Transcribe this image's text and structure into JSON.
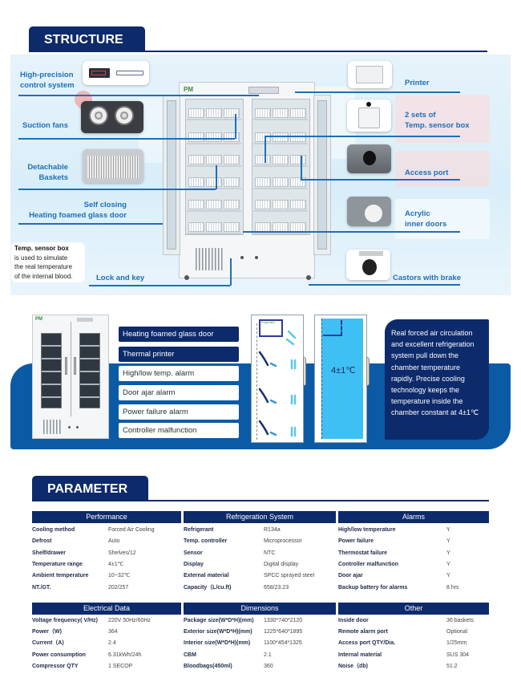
{
  "structure": {
    "title": "STRUCTURE",
    "left_callouts": [
      {
        "line1": "High-precision",
        "line2": "control system"
      },
      {
        "line1": "Suction fans",
        "line2": ""
      },
      {
        "line1": "Detachable",
        "line2": "Baskets"
      },
      {
        "line1": "Self closing",
        "line2": "Heating foamed glass door"
      },
      {
        "line1": "Lock and key",
        "line2": ""
      }
    ],
    "right_callouts": [
      {
        "line1": "Printer",
        "line2": ""
      },
      {
        "line1": "2 sets of",
        "line2": "Temp. sensor box"
      },
      {
        "line1": "Access port",
        "line2": ""
      },
      {
        "line1": "Acrylic",
        "line2": "inner doors"
      },
      {
        "line1": "Castors with brake",
        "line2": ""
      }
    ],
    "sensor_note": {
      "title": "Temp. sensor box",
      "line1": "is used to simulate",
      "line2": "the real temperature",
      "line3": "of the internal blood."
    },
    "brand_logo": "PM",
    "evaporator_label": "Evaporator"
  },
  "features": {
    "items": [
      {
        "label": "Heating foamed glass door",
        "style": "dark"
      },
      {
        "label": "Thermal printer",
        "style": "dark"
      },
      {
        "label": "High/low temp. alarm",
        "style": "light"
      },
      {
        "label": "Door ajar alarm",
        "style": "light"
      },
      {
        "label": "Power failure alarm",
        "style": "light"
      },
      {
        "label": "Controller malfunction",
        "style": "light"
      }
    ],
    "chamber_temp": "4±1℃",
    "description": "Real forced air circulation and excellent refrigeration system pull down the chamber temperature rapidly. Precise cooling technology keeps the temperature inside the chamber constant at 4±1℃"
  },
  "parameter": {
    "title": "PARAMETER",
    "tables_top": [
      {
        "header": "Performance",
        "rows": [
          {
            "k": "Cooling method",
            "v": "Forced Air Cooling"
          },
          {
            "k": "Defrost",
            "v": "Auto"
          },
          {
            "k": "Shelf/drawer",
            "v": "Shelves/12"
          },
          {
            "k": "Temperature range",
            "v": "4±1℃"
          },
          {
            "k": "Ambient temperature",
            "v": "10~32℃"
          },
          {
            "k": "NT./GT.",
            "v": "202/257"
          }
        ]
      },
      {
        "header": "Refrigeration System",
        "rows": [
          {
            "k": "Refrigerant",
            "v": "R134a"
          },
          {
            "k": "Temp. controller",
            "v": "Microprocessor"
          },
          {
            "k": "Sensor",
            "v": "NTC"
          },
          {
            "k": "Display",
            "v": "Digital display"
          },
          {
            "k": "External material",
            "v": "SPCC sprayed steel"
          },
          {
            "k": "Capacity（L/cu.ft)",
            "v": "658/23.23"
          }
        ]
      },
      {
        "header": "Alarms",
        "rows": [
          {
            "k": "High/low temperature",
            "v": "Y"
          },
          {
            "k": "Power failure",
            "v": "Y"
          },
          {
            "k": "Thermostat failure",
            "v": "Y"
          },
          {
            "k": "Controller malfunction",
            "v": "Y"
          },
          {
            "k": "Door ajar",
            "v": "Y"
          },
          {
            "k": "Backup battery for alarms",
            "v": "8 hrs"
          }
        ]
      }
    ],
    "tables_bottom": [
      {
        "header": "Electrical Data",
        "rows": [
          {
            "k": "Voltage frequency( V/Hz)",
            "v": "220V 50Hz/60Hz"
          },
          {
            "k": "Power（W)",
            "v": "364"
          },
          {
            "k": "Current（A)",
            "v": "2.4"
          },
          {
            "k": "Power consumption",
            "v": "6.31kWh/24h"
          },
          {
            "k": "Compressor QTY",
            "v": "1 SECOP"
          }
        ]
      },
      {
        "header": "Dimensions",
        "rows": [
          {
            "k": "Package size(W*D*H)(mm)",
            "v": "1330*740*2120"
          },
          {
            "k": "Exterior size(W*D*H)(mm)",
            "v": "1225*640*1895"
          },
          {
            "k": "Interior size(W*D*H)(mm)",
            "v": "1100*454*1325"
          },
          {
            "k": "CBM",
            "v": "2.1"
          },
          {
            "k": "Bloodbags(450ml)",
            "v": "360"
          }
        ]
      },
      {
        "header": "Other",
        "rows": [
          {
            "k": "Inside door",
            "v": "36 baskets"
          },
          {
            "k": "Remote alarm port",
            "v": "Optional"
          },
          {
            "k": "Access port QTY/Dia.",
            "v": "1/25mm"
          },
          {
            "k": "Internal material",
            "v": "SUS 304"
          },
          {
            "k": "Noise（db)",
            "v": "51.2"
          }
        ]
      }
    ]
  },
  "colors": {
    "navy": "#0d2a6b",
    "accent_blue": "#1f6fb8",
    "band_blue": "#0b5aa6",
    "chamber_cyan": "#3fc0f5"
  }
}
